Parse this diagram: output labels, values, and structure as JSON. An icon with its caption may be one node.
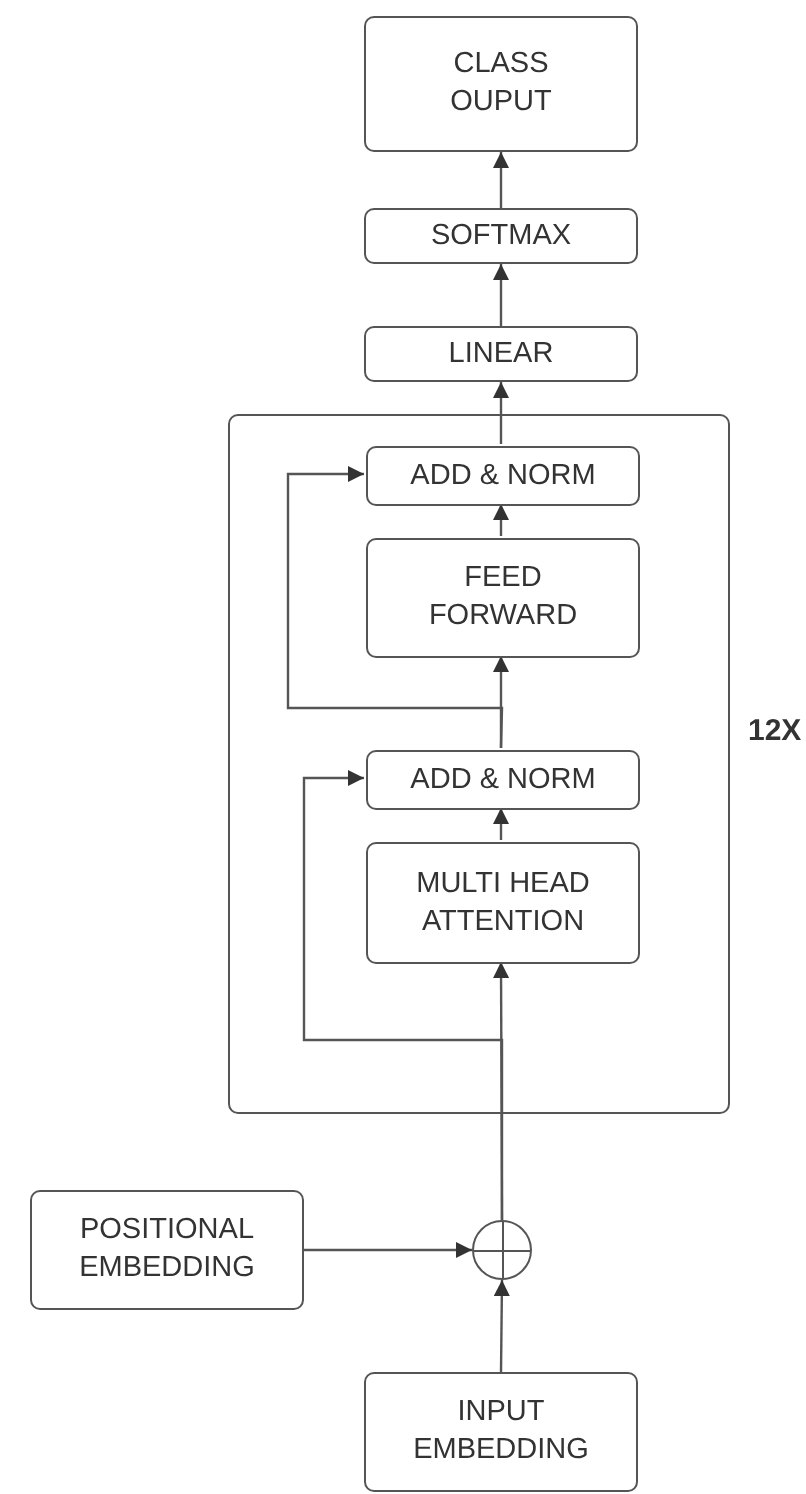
{
  "diagram": {
    "nodes": [
      {
        "text": [
          "CLASS OUPUT"
        ]
      },
      {
        "text": [
          "SOFTMAX"
        ]
      },
      {
        "text": [
          "LINEAR"
        ]
      },
      {
        "text": [],
        "shape": "box",
        "beside": [
          "12X"
        ]
      },
      {
        "text": [
          "ADD & NORM"
        ],
        "in": 3
      },
      {
        "text": [
          "FEED FORWARD"
        ],
        "in": 3
      },
      {
        "text": [
          "ADD & NORM"
        ],
        "in": 3
      },
      {
        "text": [
          "MULTI HEAD ATTENTION"
        ],
        "in": 3
      },
      {
        "text": [
          "POSITIONAL EMBEDDING"
        ]
      },
      {
        "text": [],
        "shape": "circle"
      },
      {
        "text": [
          "INPUT EMBEDDING"
        ]
      }
    ],
    "edges": [
      {
        "from": 10,
        "to": 9,
        "arrow": "to"
      },
      {
        "from": 8,
        "to": 9,
        "arrow": "to"
      },
      {
        "from": 9,
        "to": 7,
        "arrow": "to"
      },
      {
        "from": 9,
        "to": 6,
        "arrow": "to"
      },
      {
        "from": 7,
        "to": 6,
        "arrow": "to"
      },
      {
        "from": 6,
        "to": 5,
        "arrow": "to"
      },
      {
        "from": 6,
        "to": 4,
        "arrow": "to"
      },
      {
        "from": 5,
        "to": 4,
        "arrow": "to"
      },
      {
        "from": 4,
        "to": 2,
        "arrow": "to"
      },
      {
        "from": 2,
        "to": 1,
        "arrow": "to"
      },
      {
        "from": 1,
        "to": 0,
        "arrow": "to"
      }
    ]
  }
}
